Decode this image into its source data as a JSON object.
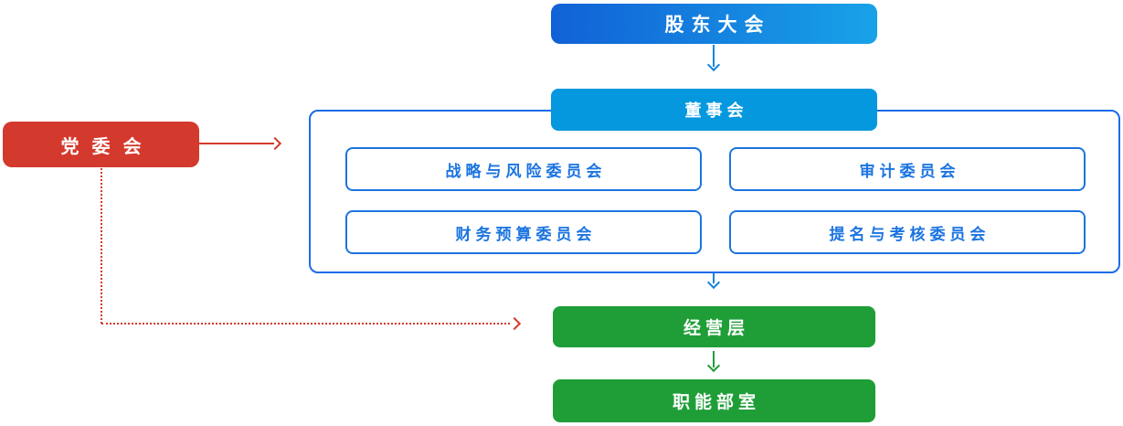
{
  "diagram": {
    "title": "corporate-governance-org-chart",
    "nodes": {
      "shareholders": {
        "label": "股东大会"
      },
      "board": {
        "label": "董事会"
      },
      "committees": [
        {
          "label": "战略与风险委员会"
        },
        {
          "label": "审计委员会"
        },
        {
          "label": "财务预算委员会"
        },
        {
          "label": "提名与考核委员会"
        }
      ],
      "management": {
        "label": "经营层"
      },
      "departments": {
        "label": "职能部室"
      },
      "party": {
        "label": "党委会"
      }
    },
    "colors": {
      "blue_gradient_start": "#1161d6",
      "blue_gradient_end": "#18a2e8",
      "board_blue": "#0598de",
      "container_border_blue": "#1c6ce8",
      "committee_blue": "#1b74e0",
      "green": "#1f9e38",
      "red": "#d4392d",
      "arrow_blue": "#1285dc",
      "box_text": "#ffffff",
      "background": "#ffffff"
    }
  }
}
